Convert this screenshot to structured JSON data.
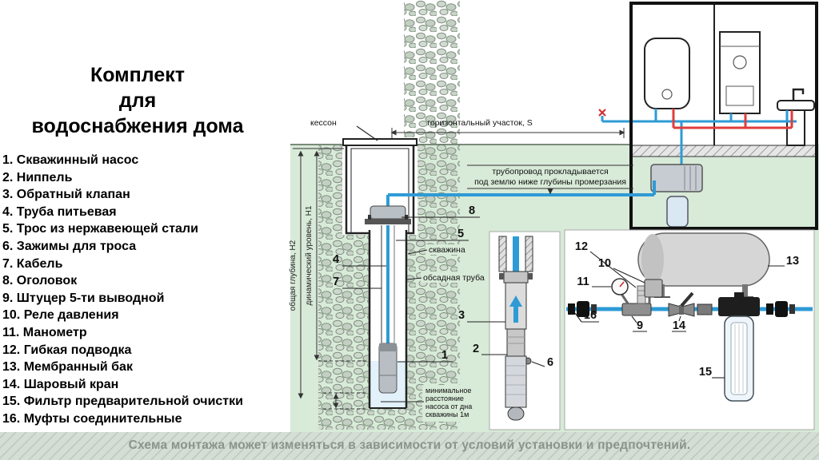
{
  "title": {
    "line1": "Комплект",
    "line2": "для",
    "line3": "водоснабжения дома"
  },
  "parts": [
    "1. Скважинный насос",
    "2. Ниппель",
    "3. Обратный клапан",
    "4. Труба питьевая",
    "5. Трос из нержавеющей стали",
    "6. Зажимы для троса",
    "7. Кабель",
    "8. Оголовок",
    "9. Штуцер 5-ти выводной",
    "10. Реле давления",
    "11. Манометр",
    "12. Гибкая подводка",
    "13. Мембранный бак",
    "14. Шаровый кран",
    "15. Фильтр предварительной очистки",
    "16. Муфты соединительные"
  ],
  "diagram": {
    "labels": {
      "kesson": "кессон",
      "horizontal_section": "горизонтальный участок, S",
      "pipe_note_line1": "трубопровод прокладывается",
      "pipe_note_line2": "под землю ниже глубины промерзания",
      "total_depth": "общая глубина, Н2",
      "dynamic_level": "динамический уровень, Н1",
      "borehole": "скважина",
      "casing_pipe": "обсадная труба",
      "min_distance_line1": "минимальное",
      "min_distance_line2": "расстояние",
      "min_distance_line3": "насоса от дна",
      "min_distance_line4": "скважины 1м"
    },
    "callouts": {
      "n1": "1",
      "n2": "2",
      "n3": "3",
      "n4": "4",
      "n5": "5",
      "n6": "6",
      "n7": "7",
      "n8": "8",
      "n9": "9",
      "n10": "10",
      "n11": "11",
      "n12": "12",
      "n13": "13",
      "n14": "14",
      "n15": "15",
      "n16": "16"
    }
  },
  "footer": "Схема монтажа может изменяться в зависимости от условий установки и предпочтений.",
  "colors": {
    "ground_green": "#d8ead8",
    "pipe_blue": "#2e9bd6",
    "pipe_red": "#e03c3c",
    "footer_text": "#8c938c"
  }
}
